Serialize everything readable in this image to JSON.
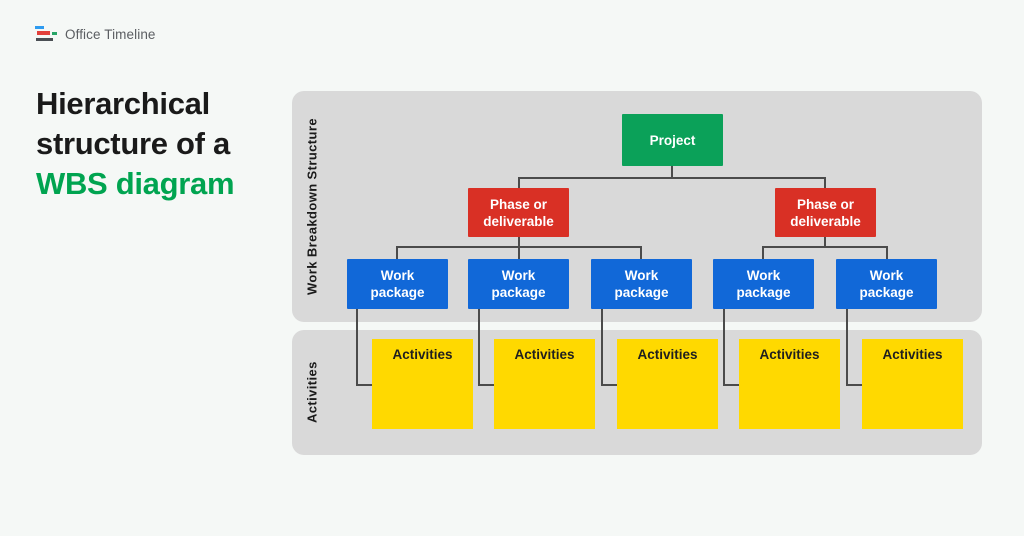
{
  "logo": {
    "text": "Office Timeline"
  },
  "heading": {
    "line1": "Hierarchical",
    "line2": "structure of a",
    "line3": "WBS diagram"
  },
  "colors": {
    "page_bg": "#f5f8f6",
    "panel_bg": "#d9d9d9",
    "heading_green": "#00a450",
    "project_green": "#0ba159",
    "phase_red": "#d93025",
    "work_package_blue": "#1168d8",
    "activities_yellow": "#ffd900",
    "connector_gray": "#4b4b4b"
  },
  "diagram": {
    "wbs_section_label": "Work Breakdown Structure",
    "activities_section_label": "Activities",
    "project": {
      "label": "Project"
    },
    "phases": [
      {
        "label": "Phase or deliverable"
      },
      {
        "label": "Phase or deliverable"
      }
    ],
    "work_packages": [
      {
        "label": "Work package"
      },
      {
        "label": "Work package"
      },
      {
        "label": "Work package"
      },
      {
        "label": "Work package"
      },
      {
        "label": "Work package"
      }
    ],
    "activities": [
      {
        "label": "Activities"
      },
      {
        "label": "Activities"
      },
      {
        "label": "Activities"
      },
      {
        "label": "Activities"
      },
      {
        "label": "Activities"
      }
    ]
  }
}
